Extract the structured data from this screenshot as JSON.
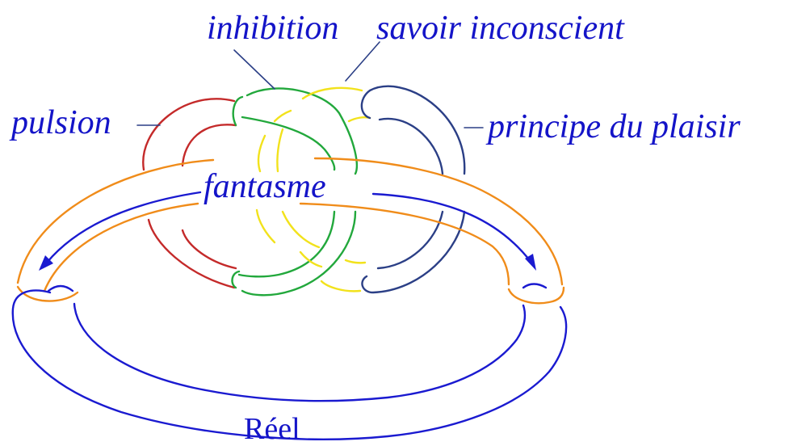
{
  "colors": {
    "red": "#c42a2a",
    "green": "#22a83c",
    "yellow": "#f2e21c",
    "navy": "#2b3f86",
    "orange": "#f08c1a",
    "blue": "#1a1ad0",
    "label": "#1414c8"
  },
  "labels": {
    "inhibition": "inhibition",
    "savoir": "savoir inconscient",
    "pulsion": "pulsion",
    "principe": "principe du plaisir",
    "fantasme": "fantasme",
    "reel": "Réel"
  },
  "rings": [
    {
      "name": "red-ring",
      "color": "red"
    },
    {
      "name": "green-ring",
      "color": "green"
    },
    {
      "name": "yellow-ring",
      "color": "yellow"
    },
    {
      "name": "navy-ring",
      "color": "navy"
    },
    {
      "name": "orange-ring",
      "color": "orange"
    },
    {
      "name": "blue-ring",
      "color": "blue"
    }
  ]
}
